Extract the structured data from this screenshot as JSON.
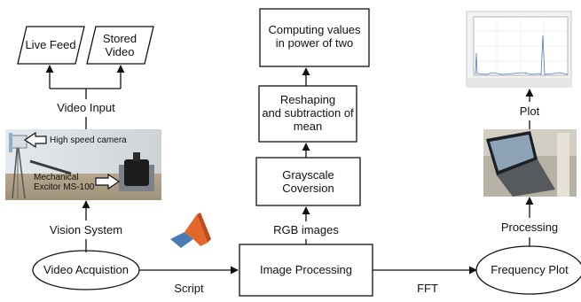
{
  "inputs": {
    "live_feed": "Live Feed",
    "stored_video_line1": "Stored",
    "stored_video_line2": "Video"
  },
  "video_input_label": "Video Input",
  "camera_photo": {
    "camera_label": "High speed camera",
    "exciter_line1": "Mechanical",
    "exciter_line2": "Excitor MS-100"
  },
  "vision_system_label": "Vision System",
  "video_acquisition": "Video Acquistion",
  "script_label": "Script",
  "image_processing": "Image Processing",
  "fft_label": "FFT",
  "frequency_plot": "Frequency Plot",
  "rgb_images_label": "RGB images",
  "grayscale": {
    "line1": "Grayscale",
    "line2": "Coversion"
  },
  "reshaping": {
    "line1": "Reshaping",
    "line2": "and subtraction of",
    "line3": "mean"
  },
  "computing": {
    "line1": "Computing values",
    "line2": "in power of two"
  },
  "processing_label": "Processing",
  "plot_label": "Plot",
  "icons": [
    "matlab-logo-icon",
    "arrow-head-icon"
  ],
  "colors": {
    "line": "#111111",
    "box_fill": "#ffffff",
    "matlab_orange": "#e3672b",
    "matlab_blue": "#4b7bb4"
  }
}
